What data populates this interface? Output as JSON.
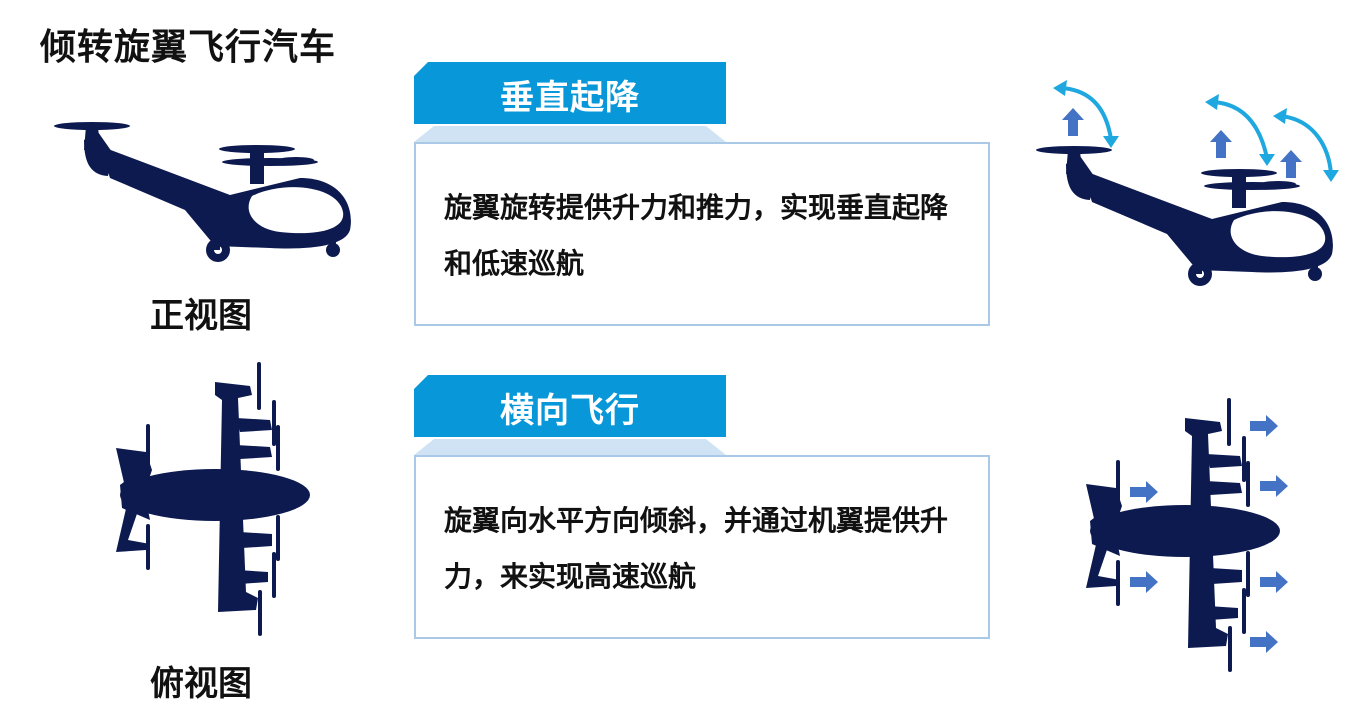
{
  "title": "倾转旋翼飞行汽车",
  "views": {
    "front": "正视图",
    "top": "俯视图"
  },
  "sections": [
    {
      "heading": "垂直起降",
      "text": "旋翼旋转提供升力和推力，实现垂直起降和低速巡航"
    },
    {
      "heading": "横向飞行",
      "text": "旋翼向水平方向倾斜，并通过机翼提供升力，来实现高速巡航"
    }
  ],
  "colors": {
    "aircraft": "#0d1a4f",
    "tab": "#0897d8",
    "tab_shadow": "#cfe3f4",
    "box_border": "#a9c9e6",
    "arrow": "#4472c4",
    "rotation_arrow": "#1fa8e0"
  },
  "icons": [
    "aircraft-side-view",
    "aircraft-top-view",
    "up-arrow-icon",
    "right-arrow-icon",
    "rotation-arrow-icon"
  ]
}
